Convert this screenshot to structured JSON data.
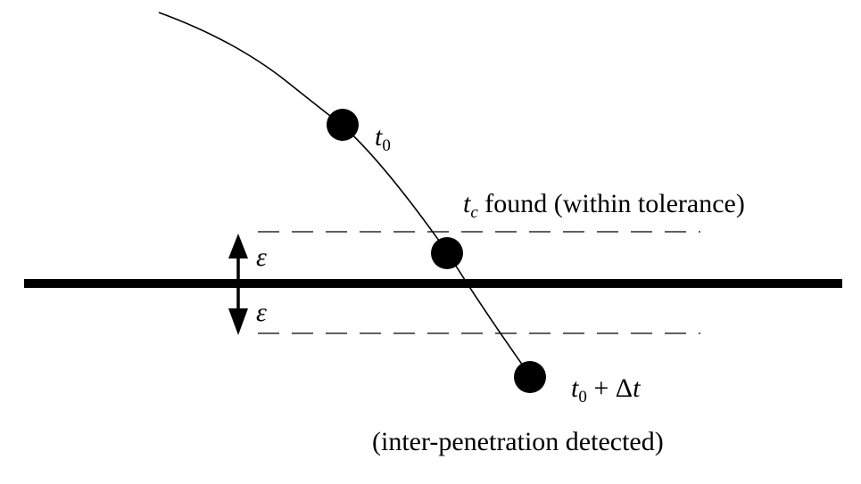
{
  "labels": {
    "t0": {
      "var": "t",
      "sub": "0"
    },
    "tc": {
      "var": "t",
      "sub": "c",
      "rest": " found (within tolerance)"
    },
    "t0dt": {
      "var": "t",
      "sub": "0",
      "op": " + Δ",
      "var2": "t"
    },
    "epsilon_upper": "ε",
    "epsilon_lower": "ε",
    "detected_note": "(inter-penetration detected)"
  },
  "colors": {
    "ink": "#000000",
    "background": "#ffffff"
  }
}
